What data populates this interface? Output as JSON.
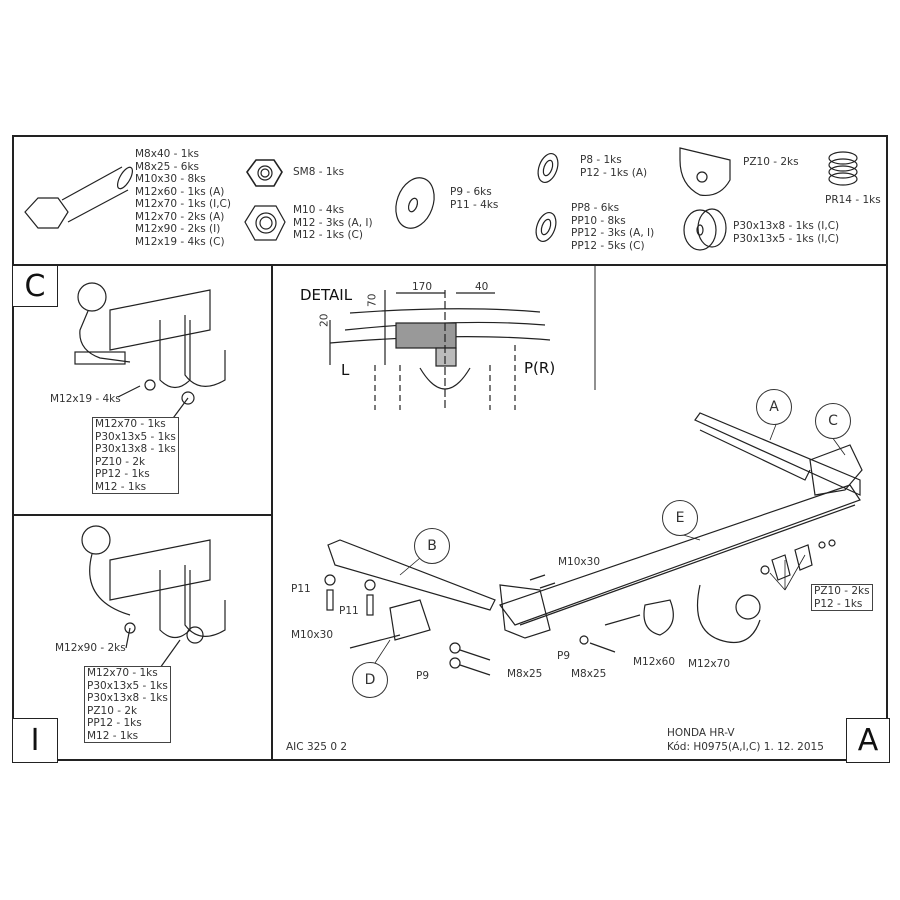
{
  "parts": {
    "bolts": [
      "M8x40 - 1ks",
      "M8x25 - 6ks",
      "M10x30 - 8ks",
      "M12x60 - 1ks (A)",
      "M12x70 - 1ks (I,C)",
      "M12x70 - 2ks (A)",
      "M12x90 - 2ks (I)",
      "M12x19 - 4ks (C)"
    ],
    "self_lock_nut": [
      "SM8 - 1ks"
    ],
    "nuts": [
      "M10 - 4ks",
      "M12 - 3ks (A, I)",
      "M12 - 1ks (C)"
    ],
    "large_washers": [
      "P9 - 6ks",
      "P11 - 4ks"
    ],
    "washers": [
      "P8 - 1ks",
      "P12 - 1ks (A)"
    ],
    "spring_washers": [
      "PP8 - 6ks",
      "PP10 - 8ks",
      "PP12 - 3ks (A, I)",
      "PP12 - 5ks (C)"
    ],
    "shaped_washer": [
      "PZ10 - 2ks"
    ],
    "spacers": [
      "P30x13x8 - 1ks (I,C)",
      "P30x13x5 - 1ks (I,C)"
    ],
    "spring": [
      "PR14 - 1ks"
    ]
  },
  "panel_c": {
    "letter": "C",
    "bolt_label": "M12x19 - 4ks",
    "box": [
      "M12x70 - 1ks",
      "P30x13x5 - 1ks",
      "P30x13x8 - 1ks",
      "PZ10 - 2k",
      "PP12 - 1ks",
      "M12 - 1ks"
    ]
  },
  "panel_i": {
    "letter": "I",
    "bolt_label": "M12x90 - 2ks",
    "box": [
      "M12x70 - 1ks",
      "P30x13x5 - 1ks",
      "P30x13x8 - 1ks",
      "PZ10 - 2k",
      "PP12 - 1ks",
      "M12 - 1ks"
    ]
  },
  "detail": {
    "title": "DETAIL",
    "dims": [
      "170",
      "40",
      "70",
      "20"
    ],
    "l_label": "L",
    "pr_label": "P(R)"
  },
  "main": {
    "letter": "A",
    "callouts": [
      "A",
      "C",
      "B",
      "E",
      "D"
    ],
    "labels": {
      "p11a": "P11",
      "p11b": "P11",
      "m10x30a": "M10x30",
      "m10x30b": "M10x30",
      "p9a": "P9",
      "p9b": "P9",
      "m8x25a": "M8x25",
      "m8x25b": "M8x25",
      "m12x60": "M12x60",
      "m12x70": "M12x70"
    },
    "pz_box": [
      "PZ10 - 2ks",
      "P12 - 1ks"
    ]
  },
  "footer": {
    "code_left": "AIC 325 0 2",
    "model": "HONDA HR-V",
    "code": "Kód: H0975(A,I,C)  1. 12. 2015"
  }
}
